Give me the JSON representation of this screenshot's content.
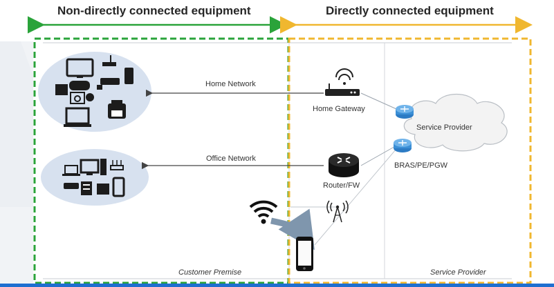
{
  "headers": {
    "left": "Non-directly connected equipment",
    "right": "Directly connected equipment"
  },
  "links": {
    "home": "Home Network",
    "office": "Office Network"
  },
  "devices": {
    "home_gateway": "Home Gateway",
    "router": "Router/FW",
    "bras": "BRAS/PE/PGW",
    "cloud": "Service Provider"
  },
  "zones": {
    "customer": "Customer Premise",
    "provider": "Service Provider"
  },
  "colors": {
    "green": "#2aa33a",
    "yellow": "#f0b72f",
    "blue_bar": "#1e6fd0",
    "ellipse": "#d7e1ef",
    "router_blue": "#3b8fd6"
  }
}
